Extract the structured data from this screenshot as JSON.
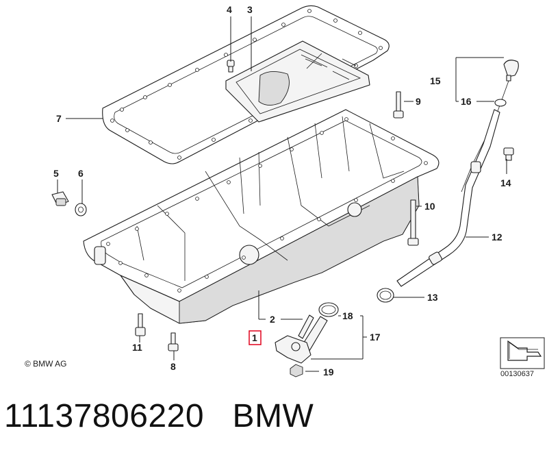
{
  "diagram": {
    "callouts": [
      {
        "id": "4",
        "label": "4"
      },
      {
        "id": "3",
        "label": "3"
      },
      {
        "id": "7",
        "label": "7"
      },
      {
        "id": "5",
        "label": "5"
      },
      {
        "id": "6",
        "label": "6"
      },
      {
        "id": "9",
        "label": "9"
      },
      {
        "id": "15",
        "label": "15"
      },
      {
        "id": "16",
        "label": "16"
      },
      {
        "id": "14",
        "label": "14"
      },
      {
        "id": "10",
        "label": "10"
      },
      {
        "id": "12",
        "label": "12"
      },
      {
        "id": "13",
        "label": "13"
      },
      {
        "id": "2",
        "label": "2"
      },
      {
        "id": "18",
        "label": "18"
      },
      {
        "id": "17",
        "label": "17"
      },
      {
        "id": "1",
        "label": "1",
        "highlighted": true
      },
      {
        "id": "11",
        "label": "11"
      },
      {
        "id": "8",
        "label": "8"
      },
      {
        "id": "19",
        "label": "19"
      }
    ],
    "highlight_color": "#e0001b",
    "copyright": "© BMW AG",
    "reference_number": "00130637"
  },
  "caption": {
    "part_number": "11137806220",
    "brand": "BMW"
  }
}
